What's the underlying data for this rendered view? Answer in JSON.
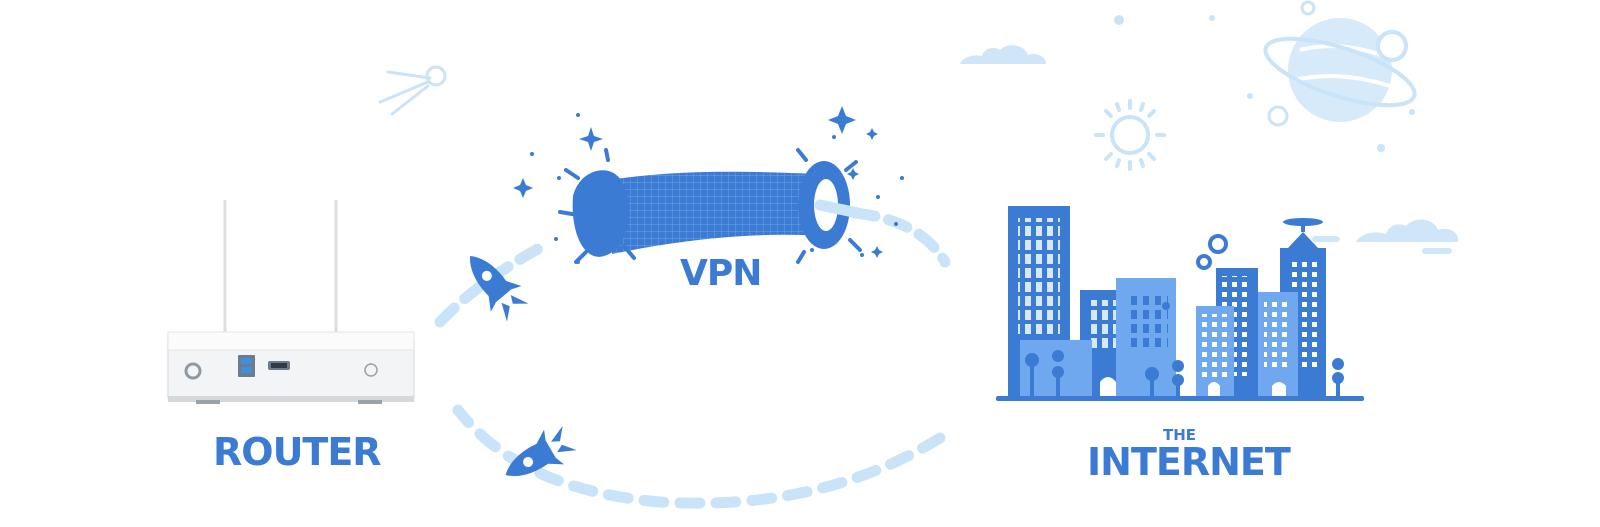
{
  "diagram": {
    "nodes": {
      "router": {
        "label": "ROUTER"
      },
      "vpn": {
        "label": "VPN"
      },
      "internet": {
        "label_small": "THE",
        "label": "INTERNET"
      }
    },
    "connections": [
      {
        "from": "router",
        "to": "vpn",
        "style": "dashed-arc"
      },
      {
        "from": "vpn",
        "to": "internet",
        "style": "dashed-arc"
      },
      {
        "from": "internet",
        "to": "router",
        "style": "dashed-arc"
      }
    ]
  },
  "colors": {
    "primary": "#3b7bd4",
    "light": "#c9e3f8",
    "router_body": "#f3f4f5"
  },
  "icons": [
    "router-device-icon",
    "wormhole-tunnel-icon",
    "rocket-icon",
    "city-skyline-icon",
    "satellite-icon",
    "planet-icon",
    "sun-icon",
    "cloud-icon",
    "sparkle-icon"
  ]
}
